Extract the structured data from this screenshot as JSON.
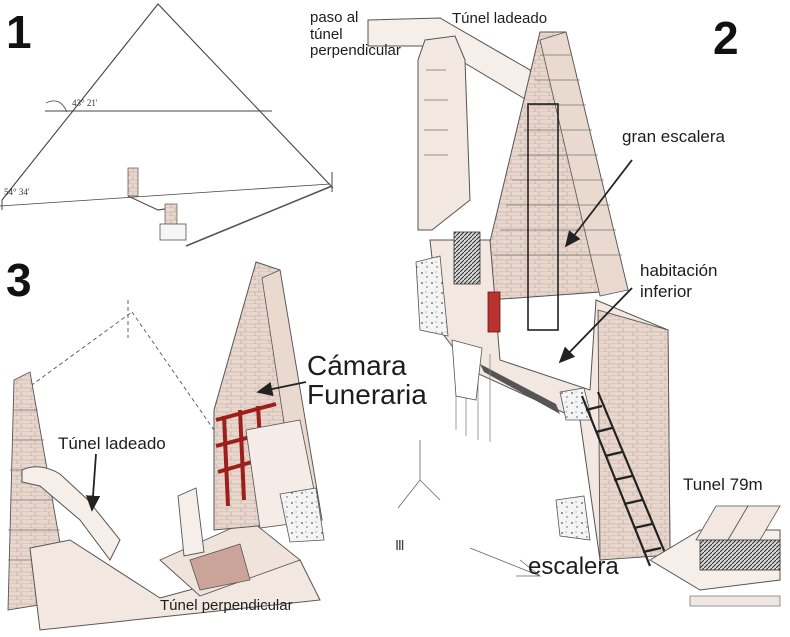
{
  "panels": [
    {
      "number": "1"
    },
    {
      "number": "2"
    },
    {
      "number": "3"
    }
  ],
  "panel1": {
    "angle_top": "43° 21'",
    "angle_base": "54° 34'"
  },
  "panel2": {
    "paso_line1": "paso al",
    "paso_line2": "túnel",
    "paso_line3": "perpendicular",
    "tunel_ladeado": "Túnel ladeado",
    "gran_escalera": "gran escalera",
    "habitacion_line1": "habitación",
    "habitacion_line2": "inferior",
    "tunel_79m": "Tunel  79m",
    "escalera": "escalera"
  },
  "panel3": {
    "camara_line1": "Cámara",
    "camara_line2": "Funeraria",
    "tunel_ladeado": "Túnel ladeado",
    "tunel_perpendicular": "Túnel perpendicular"
  }
}
